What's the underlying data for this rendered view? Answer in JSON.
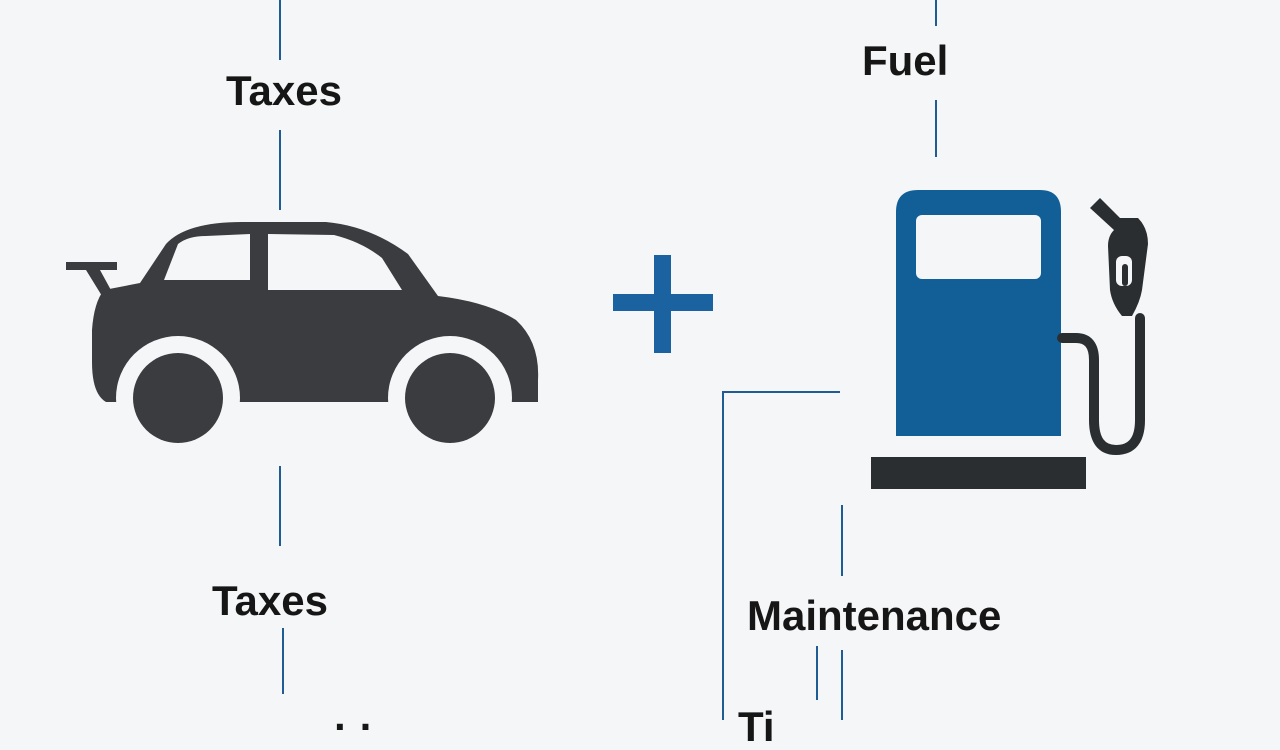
{
  "labels": {
    "taxes_top": "Taxes",
    "fuel": "Fuel",
    "taxes_bottom": "Taxes",
    "maintenance": "Maintenance",
    "cut_off_left": "· ·",
    "cut_off_right": "Ti"
  },
  "icons": {
    "car": "car-icon",
    "plus": "plus-icon",
    "fuel_pump": "fuel-pump-icon"
  },
  "colors": {
    "background": "#f4f6f7",
    "car": "#3a3c3f",
    "pump_body": "#125f98",
    "accent_blue": "#1a62a0",
    "connector": "#1f5c93",
    "text": "#161616"
  }
}
